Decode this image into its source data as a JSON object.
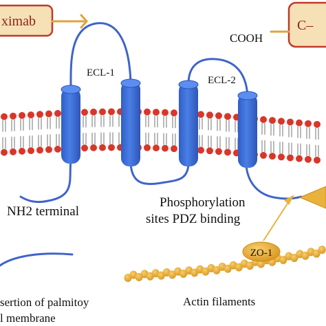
{
  "labels": {
    "left_box": "ximab",
    "right_box": "C–",
    "cooh": "COOH",
    "ecl1": "ECL-1",
    "ecl2": "ECL-2",
    "nh2": "NH2 terminal",
    "phos_line1": "Phosphorylation",
    "phos_line2": "sites PDZ binding",
    "zo1": "ZO-1",
    "palm_line1": "sertion of palmitoy",
    "palm_line2": "l membrane",
    "actin": "Actin filaments"
  },
  "colors": {
    "helix": "#3d6fd6",
    "loop": "#3f63cc",
    "lipid_head": "#d9362a",
    "lipid_tail": "#8a8a8a",
    "actin": "#e6a92e",
    "box_fill": "#f6e0b5",
    "box_stroke": "#c0392b",
    "arrow": "#e9b23a"
  }
}
